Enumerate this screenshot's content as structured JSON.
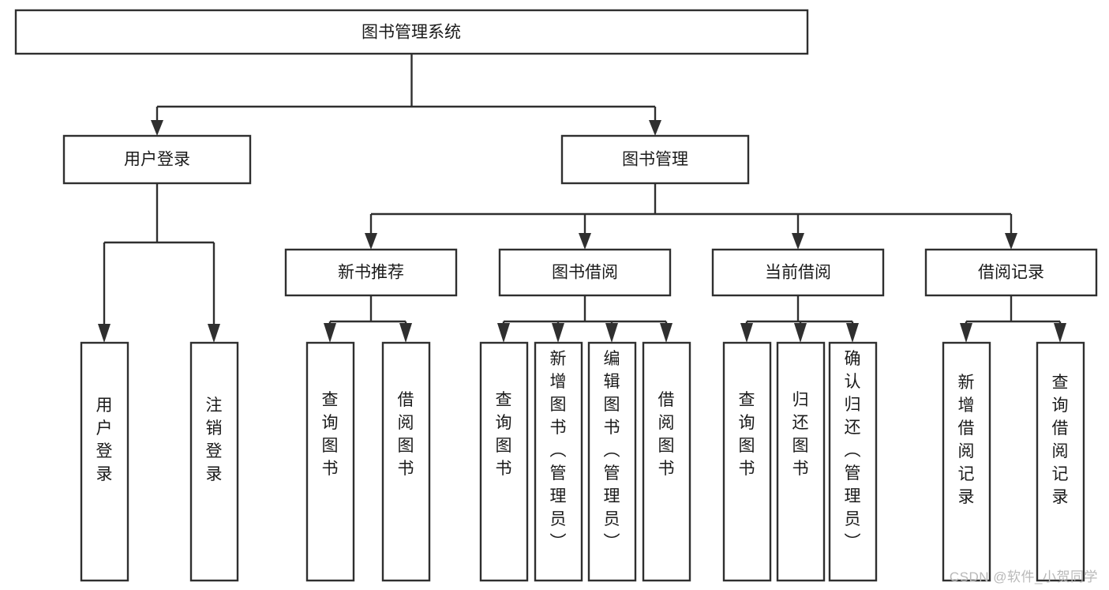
{
  "diagram": {
    "type": "tree-hierarchy-chart",
    "title": "图书管理系统",
    "watermark": "CSDN @软件_小贺同学",
    "colors": {
      "box_stroke": "#2f2f2f",
      "box_fill": "#ffffff",
      "text": "#1a1a1a",
      "background": "#ffffff",
      "watermark": "#b9b9b9"
    },
    "root": {
      "label": "图书管理系统",
      "orientation": "horizontal"
    },
    "level2": [
      {
        "label": "用户登录",
        "orientation": "horizontal"
      },
      {
        "label": "图书管理",
        "orientation": "horizontal"
      }
    ],
    "level3": [
      {
        "label": "新书推荐",
        "orientation": "horizontal"
      },
      {
        "label": "图书借阅",
        "orientation": "horizontal"
      },
      {
        "label": "当前借阅",
        "orientation": "horizontal"
      },
      {
        "label": "借阅记录",
        "orientation": "horizontal"
      }
    ],
    "leaves": {
      "user_login": [
        {
          "label": "用户登录",
          "orientation": "vertical"
        },
        {
          "label": "注销登录",
          "orientation": "vertical"
        }
      ],
      "new_book_recommend": [
        {
          "label": "查询图书",
          "orientation": "vertical"
        },
        {
          "label": "借阅图书",
          "orientation": "vertical"
        }
      ],
      "book_borrow": [
        {
          "label": "查询图书",
          "orientation": "vertical"
        },
        {
          "label": "新增图书（管理员）",
          "orientation": "vertical"
        },
        {
          "label": "编辑图书（管理员）",
          "orientation": "vertical"
        },
        {
          "label": "借阅图书",
          "orientation": "vertical"
        }
      ],
      "current_borrow": [
        {
          "label": "查询图书",
          "orientation": "vertical"
        },
        {
          "label": "归还图书",
          "orientation": "vertical"
        },
        {
          "label": "确认归还（管理员）",
          "orientation": "vertical"
        }
      ],
      "borrow_record": [
        {
          "label": "新增借阅记录",
          "orientation": "vertical"
        },
        {
          "label": "查询借阅记录",
          "orientation": "vertical"
        }
      ]
    }
  }
}
